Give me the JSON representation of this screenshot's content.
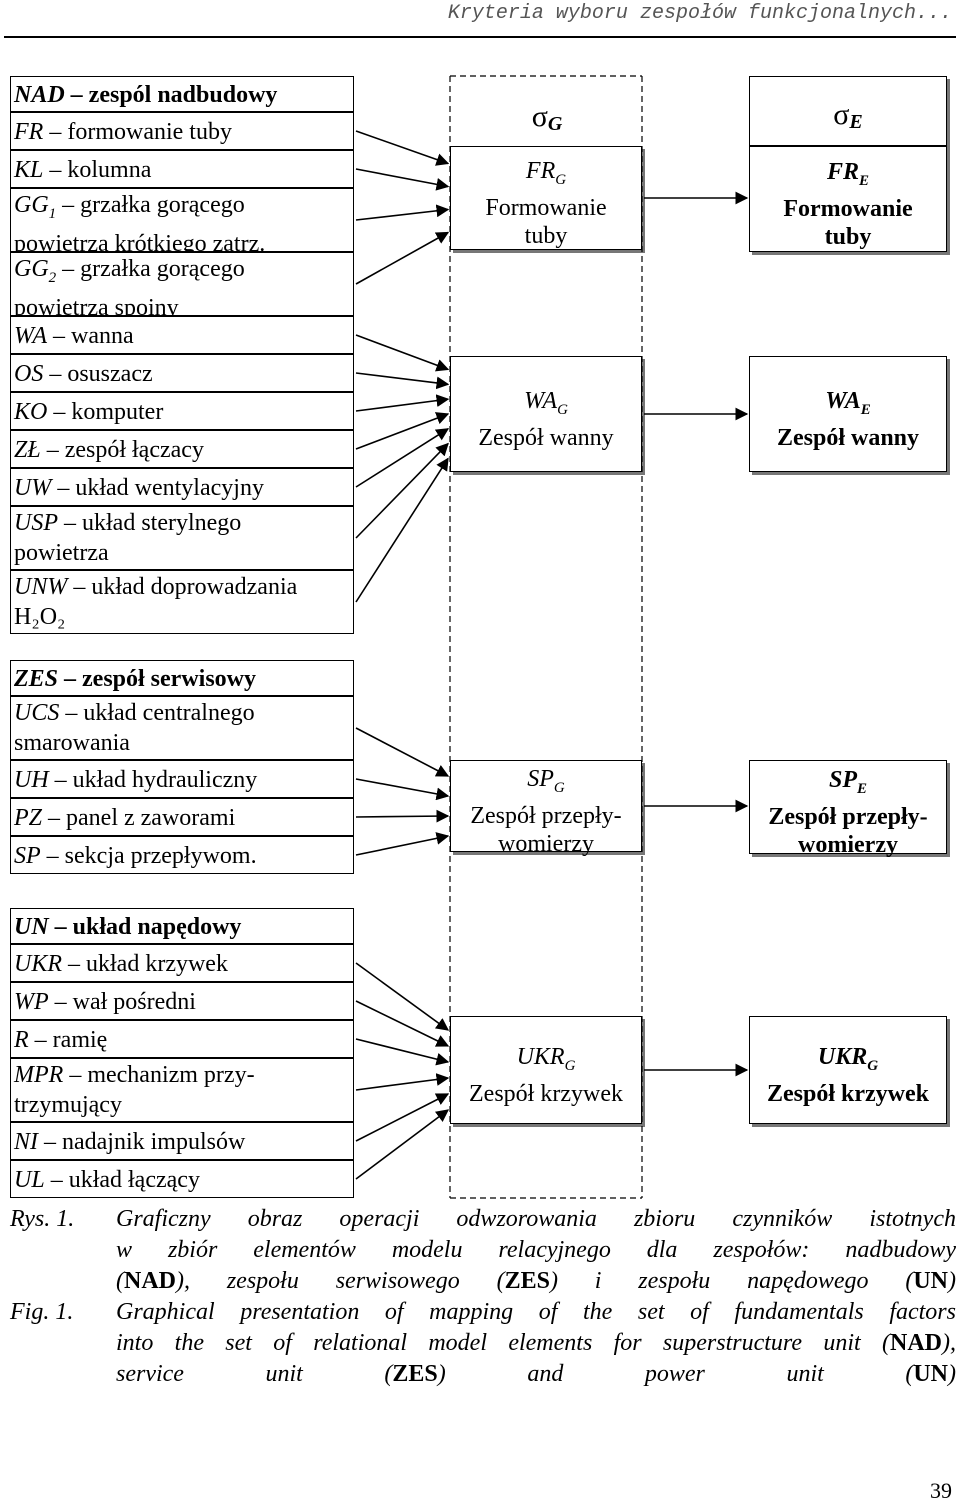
{
  "header": {
    "title": "Kryteria wyboru zespołów funkcjonalnych..."
  },
  "groups": [
    {
      "head": {
        "code": "NAD",
        "text": "– zespól nadbudowy"
      },
      "items": [
        {
          "code": "FR",
          "text": "– formowanie tuby",
          "lines": 1
        },
        {
          "code": "KL",
          "text": "– kolumna",
          "lines": 1
        },
        {
          "code": "GG",
          "sub": "1",
          "text": " – grzałka gorącego",
          "cont": "powietrza krótkiego zatrz.",
          "lines": 2
        },
        {
          "code": "GG",
          "sub": "2",
          "text": " – grzałka gorącego",
          "cont": "powietrza spoiny",
          "lines": 2
        },
        {
          "code": "WA",
          "text": "– wanna",
          "lines": 1
        },
        {
          "code": "OS",
          "text": "– osuszacz",
          "lines": 1
        },
        {
          "code": "KO",
          "text": "– komputer",
          "lines": 1
        },
        {
          "code": "ZŁ",
          "text": "– zespół łączacy",
          "lines": 1
        },
        {
          "code": "UW",
          "text": "– układ wentylacyjny",
          "lines": 1
        },
        {
          "code": "USP",
          "text": "– układ sterylnego",
          "cont": "powietrza",
          "lines": 2
        },
        {
          "code": "UNW",
          "text": "– układ doprowadzania",
          "cont": "H₂O₂",
          "lines": 2
        }
      ]
    },
    {
      "head": {
        "code": "ZES",
        "text": "– zespół serwisowy"
      },
      "items": [
        {
          "code": "UCS",
          "text": "– układ centralnego",
          "cont": "smarowania",
          "lines": 2
        },
        {
          "code": "UH",
          "text": "– układ hydrauliczny",
          "lines": 1
        },
        {
          "code": "PZ",
          "text": "– panel z zaworami",
          "lines": 1
        },
        {
          "code": "SP",
          "text": "– sekcja przepływom.",
          "lines": 1
        }
      ]
    },
    {
      "head": {
        "code": "UN",
        "text": "–    układ napędowy"
      },
      "items": [
        {
          "code": "UKR",
          "text": "– układ krzywek",
          "lines": 1
        },
        {
          "code": "WP",
          "text": "– wał pośredni",
          "lines": 1
        },
        {
          "code": "R",
          "text": "– ramię",
          "lines": 1
        },
        {
          "code": "MPR",
          "text": "– mechanizm przy-",
          "cont": "trzymujący",
          "lines": 2
        },
        {
          "code": "NI",
          "text": "– nadajnik impulsów",
          "lines": 1
        },
        {
          "code": "UL",
          "text": "– układ łączący",
          "lines": 1
        }
      ]
    }
  ],
  "columns": {
    "g": {
      "symbol": "σ",
      "sub": "G",
      "boxes": [
        {
          "code": "FR",
          "sub": "G",
          "label": "Formowanie",
          "label2": "tuby"
        },
        {
          "code": "WA",
          "sub": "G",
          "label": "Zespół  wanny"
        },
        {
          "code": "SP",
          "sub": "G",
          "label": "Zespół przepły-",
          "label2": "womierzy"
        },
        {
          "code": "UKR",
          "sub": "G",
          "label": "Zespół krzywek"
        }
      ]
    },
    "e": {
      "symbol": "σ",
      "sub": "E",
      "boxes": [
        {
          "code": "FR",
          "sub": "E",
          "label": "Formowanie",
          "label2": "tuby"
        },
        {
          "code": "WA",
          "sub": "E",
          "label": "Zespół wanny"
        },
        {
          "code": "SP",
          "sub": "E",
          "label": "Zespół przepły-",
          "label2": "womierzy"
        },
        {
          "code": "UKR",
          "sub": "G",
          "label": "Zespół krzywek"
        }
      ]
    }
  },
  "caption": {
    "pl_label": "Rys. 1.",
    "pl_line1": "Graficzny obraz operacji odwzorowania zbioru czynników istotnych",
    "pl_line2": "w zbiór elementów modelu relacyjnego dla zespołów: nadbudowy",
    "pl_line3_a": "(",
    "pl_nad": "NAD",
    "pl_line3_b": "), zespołu serwisowego (",
    "pl_zes": "ZES",
    "pl_line3_c": ") i zespołu napędowego (",
    "pl_un": "UN",
    "pl_line3_d": ")",
    "en_label": "Fig. 1.",
    "en_line1": "Graphical presentation of mapping of the set of fundamentals factors",
    "en_line2_a": "into the set of relational model elements for superstructure unit (",
    "en_nad": "NAD",
    "en_line2_b": "),",
    "en_line3_a": "service unit (",
    "en_zes": "ZES",
    "en_line3_b": ") and power unit (",
    "en_un": "UN",
    "en_line3_c": ")"
  },
  "page_number": "39"
}
